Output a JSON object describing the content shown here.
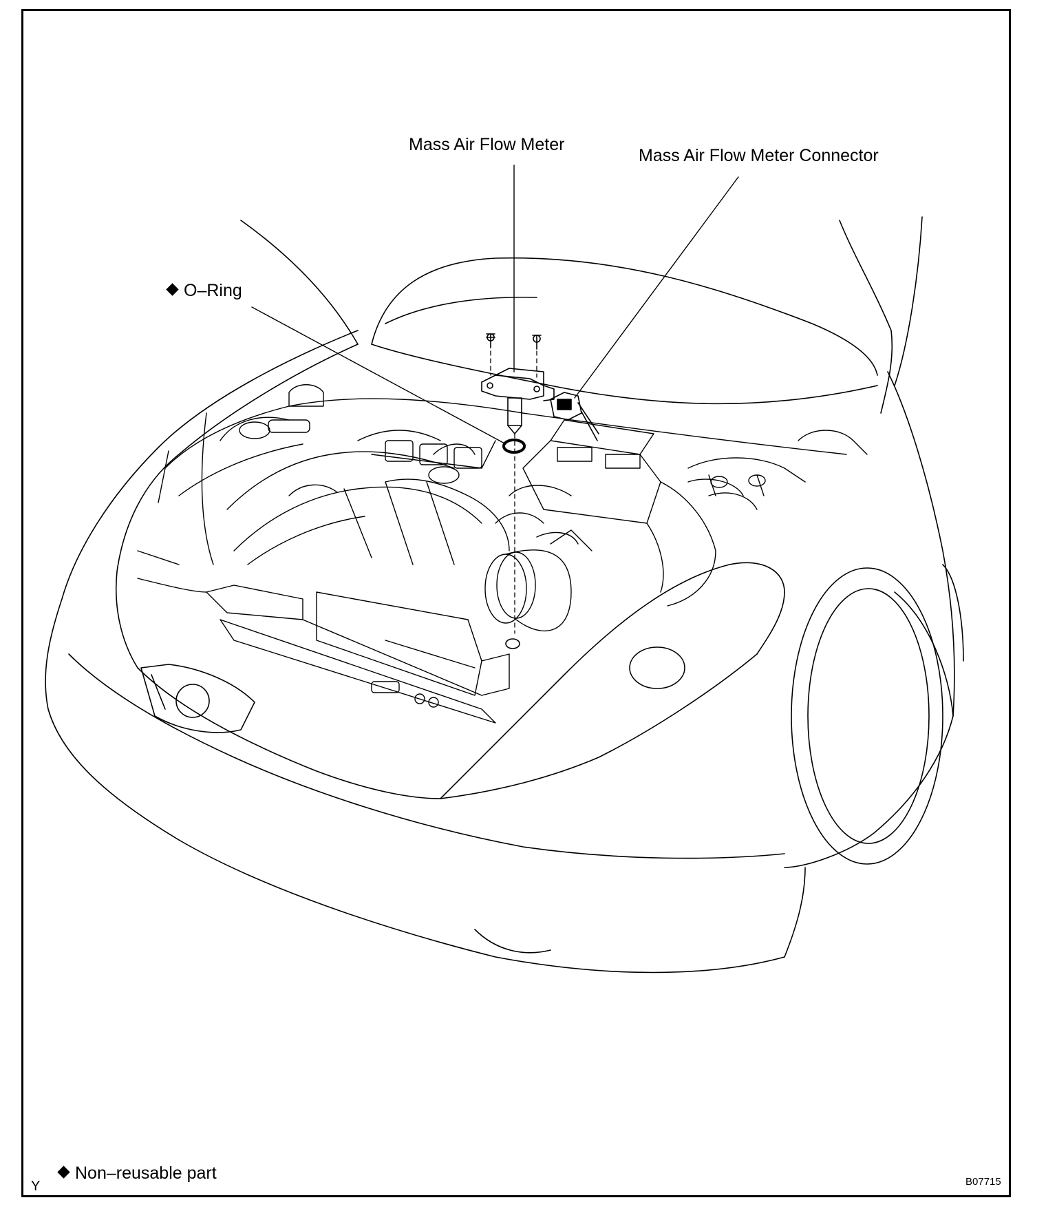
{
  "labels": {
    "mass_air_flow_meter": "Mass Air Flow Meter",
    "mass_air_flow_meter_connector": "Mass Air Flow Meter Connector",
    "o_ring": "O–Ring"
  },
  "legend": {
    "text": "Non–reusable part"
  },
  "corner_letter": "Y",
  "figure_code": "B07715"
}
